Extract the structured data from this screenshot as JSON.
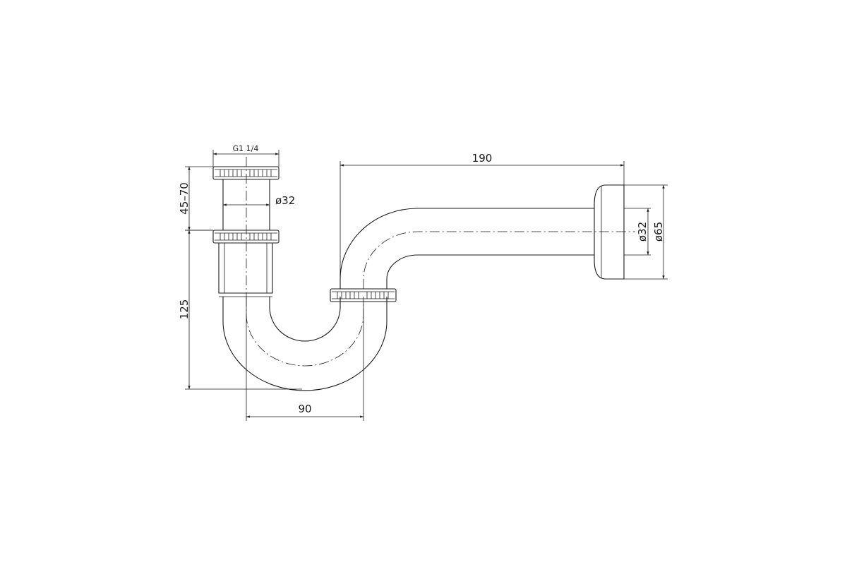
{
  "dimensions": {
    "thread": "G1 1/4",
    "tail_length": "45–70",
    "tail_diameter": "ø32",
    "height": "125",
    "offset": "90",
    "wall_length": "190",
    "wall_pipe_diameter": "ø32",
    "flange_diameter": "ø65"
  },
  "colors": {
    "line": "#1a1a1a",
    "background": "#ffffff"
  }
}
